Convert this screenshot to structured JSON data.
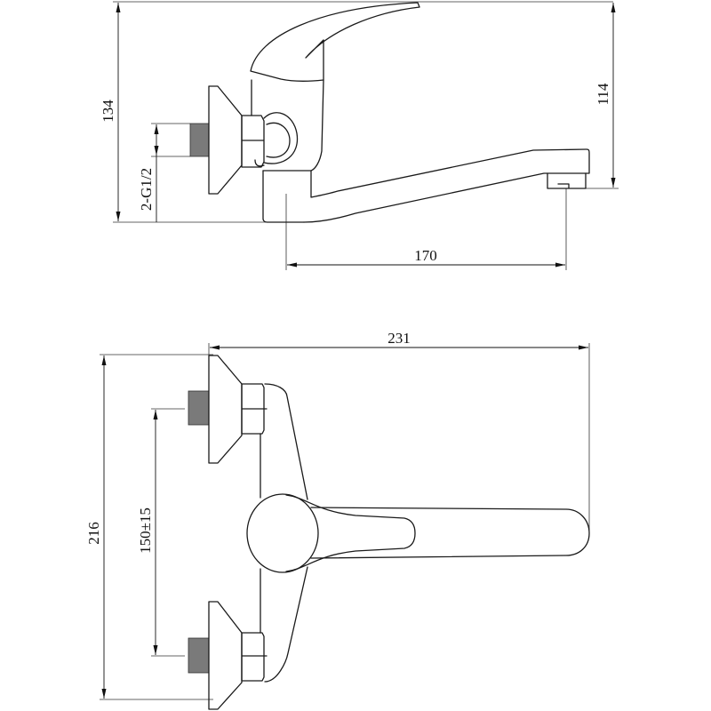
{
  "drawing": {
    "side_view": {
      "overall_height": "134",
      "spout_height": "114",
      "connection_thread": "2-G1/2",
      "spout_reach": "170"
    },
    "front_view": {
      "overall_width": "231",
      "overall_height": "216",
      "inlet_spacing": "150±15"
    }
  }
}
